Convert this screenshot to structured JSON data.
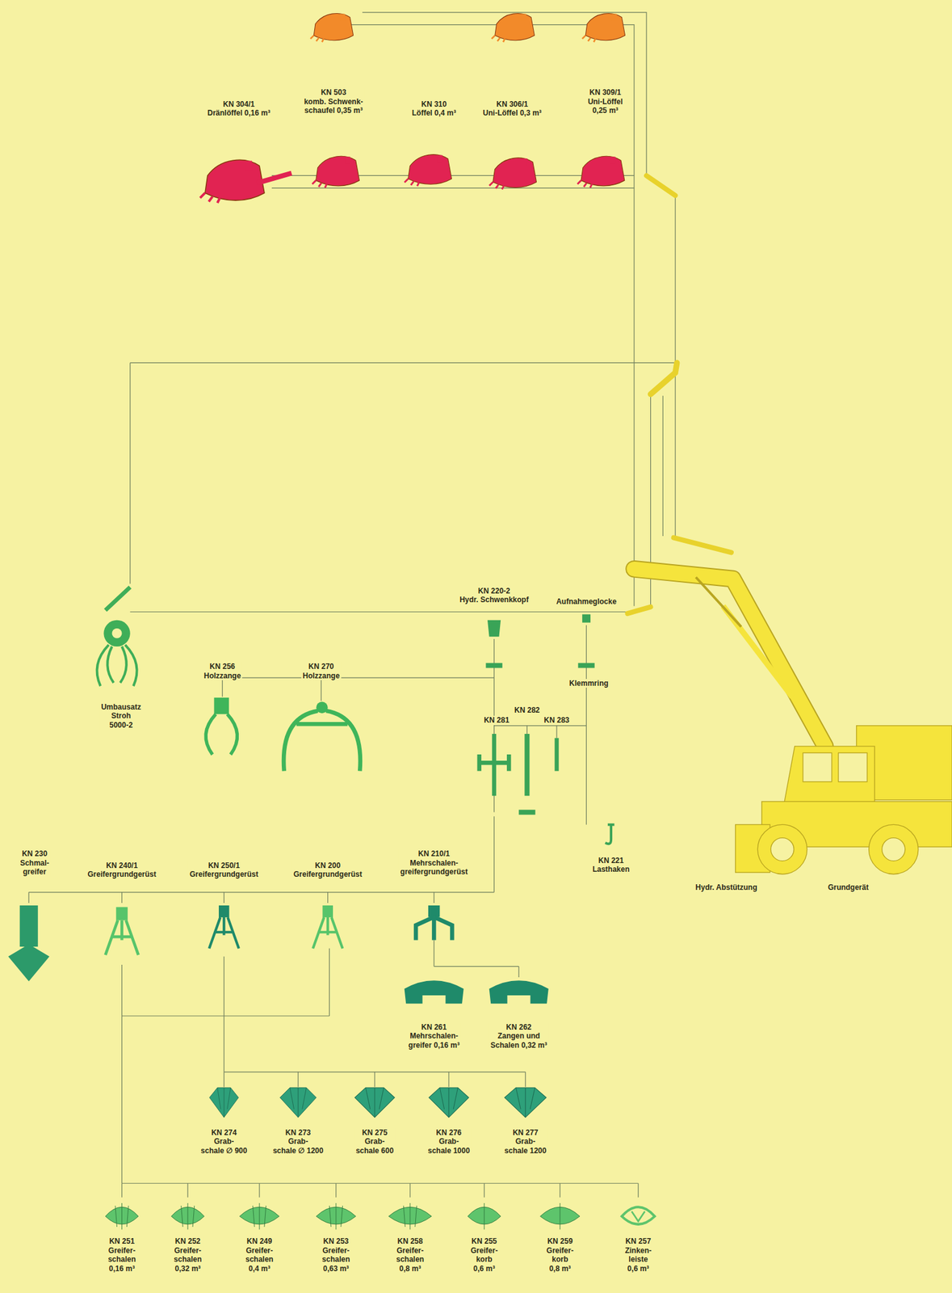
{
  "diagram": {
    "labels": [
      "KN 304/1 Dränlöffel 0,16 m³",
      "KN 503 komb. Schwenk- schaufel 0,35 m³",
      "KN 310 Löffel 0,4 m³",
      "KN 306/1 Uni-Löffel 0,3 m³",
      "KN 309/1 Uni-Löffel 0,25 m³",
      "KN 220-2 Hydr. Schwenkkopf",
      "Aufnahmeglocke",
      "Umbausatz Stroh 5000-2",
      "KN 256 Holzzange",
      "KN 270 Holzzange",
      "Klemmring",
      "KN 282",
      "KN 281",
      "KN 283",
      "KN 221 Lasthaken",
      "Hydr. Abstützung",
      "Grundgerät",
      "KN 230 Schmal- greifer",
      "KN 240/1 Greifergrundgerüst",
      "KN 250/1 Greifergrundgerüst",
      "KN 200 Greifergrundgerüst",
      "KN 210/1 Mehrschalen- greifergrundgerüst",
      "KN 261 Mehrschalen- greifer 0,16 m³",
      "KN 262 Zangen und Schalen 0,32 m³",
      "KN 274 Grab- schale ∅ 900",
      "KN 273 Grab- schale ∅ 1200",
      "KN 275 Grab- schale 600",
      "KN 276 Grab- schale 1000",
      "KN 277 Grab- schale 1200",
      "KN 251 Greifer- schalen 0,16 m³",
      "KN 252 Greifer- schalen 0,32 m³",
      "KN 249 Greifer- schalen 0,4 m³",
      "KN 253 Greifer- schalen 0,63 m³",
      "KN 258 Greifer- schalen 0,8 m³",
      "KN 255 Greifer- korb 0,6 m³",
      "KN 259 Greifer- korb 0,8 m³",
      "KN 257 Zinken- leiste 0,6 m³"
    ]
  }
}
